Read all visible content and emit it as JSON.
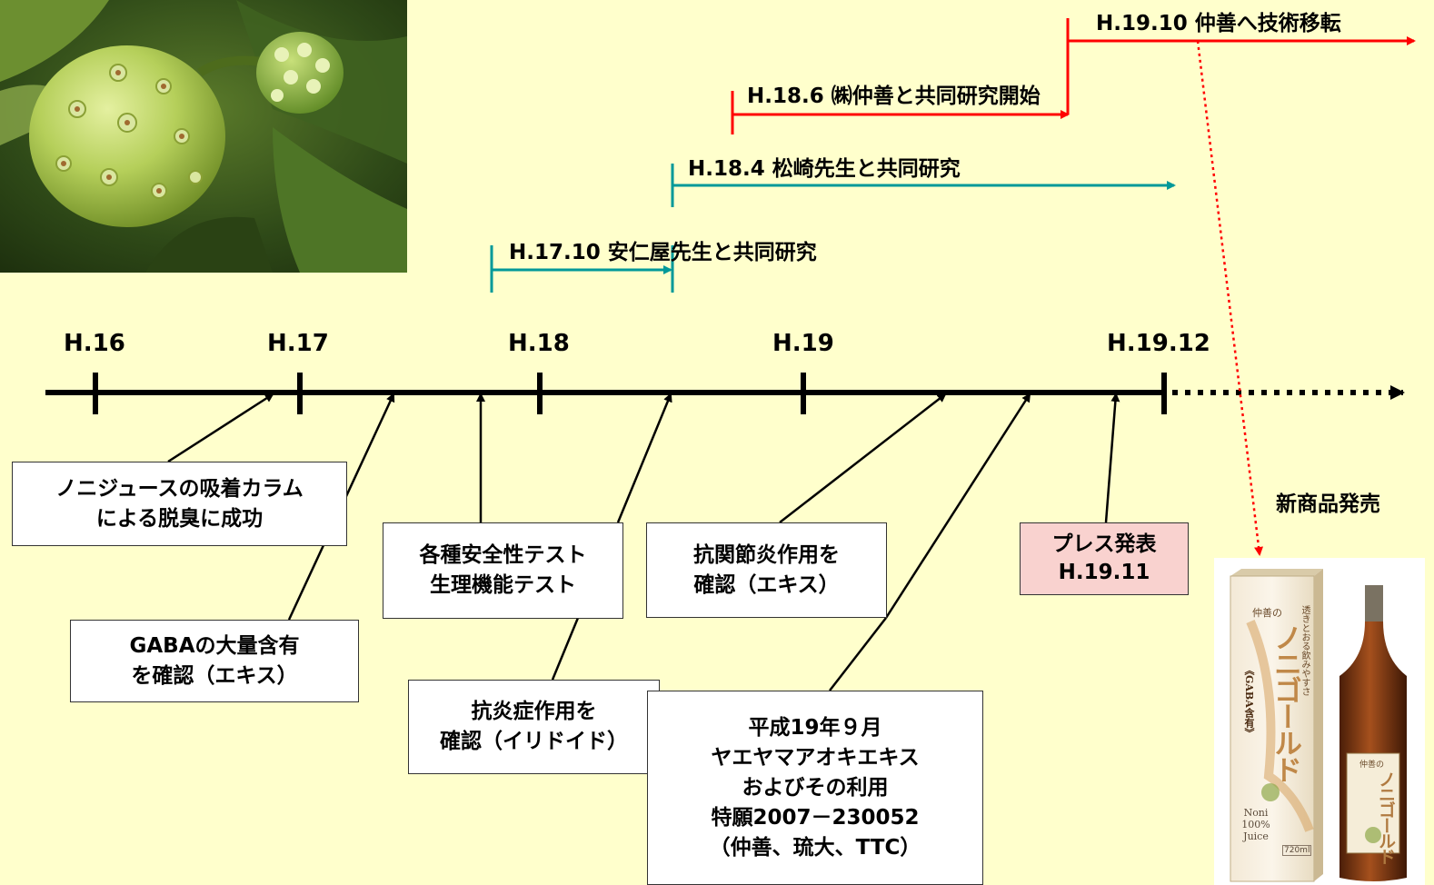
{
  "years": [
    "H.16",
    "H.17",
    "H.18",
    "H.19",
    "H.19.12"
  ],
  "spans": [
    {
      "label": "H.19.10 仲善へ技術移転",
      "color": "#FF0000"
    },
    {
      "label": "H.18.6 ㈱仲善と共同研究開始",
      "color": "#FF0000"
    },
    {
      "label": "H.18.4 松崎先生と共同研究",
      "color": "#009999"
    },
    {
      "label": "H.17.10 安仁屋先生と共同研究",
      "color": "#009999"
    }
  ],
  "events": [
    {
      "lines": [
        "ノニジュースの吸着カラム",
        "による脱臭に成功"
      ]
    },
    {
      "lines": [
        "GABAの大量含有",
        "を確認（エキス）"
      ]
    },
    {
      "lines": [
        "各種安全性テスト",
        "生理機能テスト"
      ]
    },
    {
      "lines": [
        "抗炎症作用を",
        "確認（イリドイド）"
      ]
    },
    {
      "lines": [
        "抗関節炎作用を",
        "確認（エキス）"
      ]
    },
    {
      "lines": [
        "平成19年９月",
        "ヤエヤマアオキエキス",
        "およびその利用",
        "特願2007－230052",
        "（仲善、琉大、TTC）"
      ]
    },
    {
      "lines": [
        "プレス発表",
        "H.19.11"
      ]
    }
  ],
  "new_product_label": "新商品発売",
  "product": {
    "box_brand": "仲善の",
    "box_name": "ノニゴールド",
    "box_sub": "《GABA含有》",
    "box_tagline": "透きとおる飲みやすさ",
    "box_juice": [
      "Noni",
      "100%",
      "Juice"
    ],
    "volume": "720ml",
    "bottle_brand": "仲善の",
    "bottle_name": "ノニゴールド"
  },
  "colors": {
    "background": "#FFFFCC",
    "red": "#FF0000",
    "teal": "#009999",
    "press_box": "#F9D2CF"
  }
}
